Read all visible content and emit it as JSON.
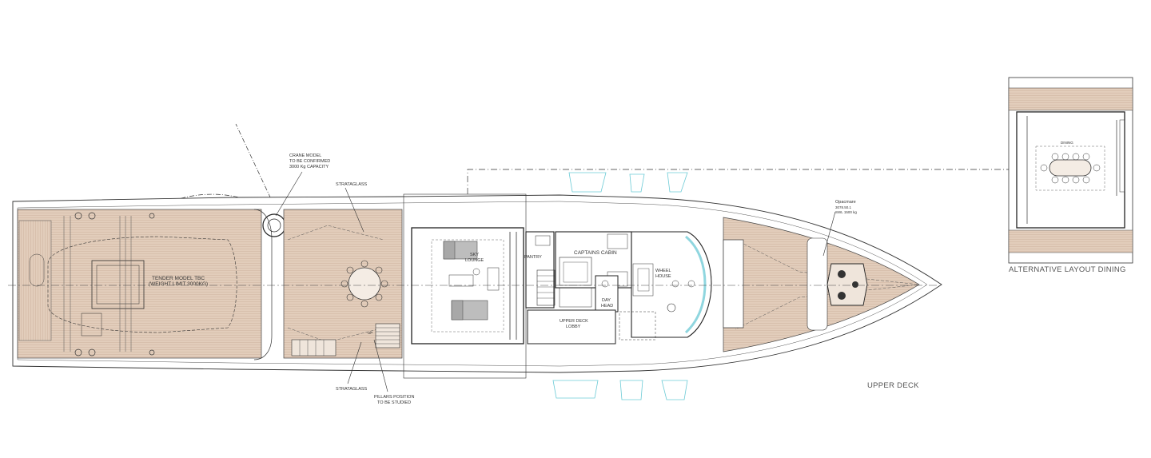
{
  "labels": {
    "crane": [
      "CRANE MODEL",
      "TO BE CONFIRMED",
      "3000 Kg CAPACITY"
    ],
    "strataglass_top": "STRATAGLASS",
    "strataglass_bottom": "STRATAGLASS",
    "tender": [
      "TENDER MODEL TBC",
      "(WEIGHT LIMIT 3000KG)"
    ],
    "sky_lounge": [
      "SKY",
      "LOUNGE"
    ],
    "pantry": "PANTRY",
    "captains_cabin": "CAPTAINS CABIN",
    "wheel_house": [
      "WHEEL",
      "HOUSE"
    ],
    "day_head": [
      "DAY",
      "HEAD"
    ],
    "upper_deck_lobby": [
      "UPPER DECK",
      "LOBBY"
    ],
    "pillars": [
      "PILLARS POSITION",
      "TO BE STUDIED"
    ],
    "opacmare": [
      "Opacmare",
      "3078.50.1",
      "SWL 1500 kg"
    ],
    "up": "UP",
    "dining": "DINING",
    "upper_deck": "UPPER DECK",
    "alt_layout": "ALTERNATIVE LAYOUT DINING"
  },
  "colors": {
    "deck": "#e2cdbb",
    "plank": "#cdb29c",
    "line": "#3a3a3a",
    "glass": "#8fd6df",
    "sofa": "#bdbdbd"
  }
}
